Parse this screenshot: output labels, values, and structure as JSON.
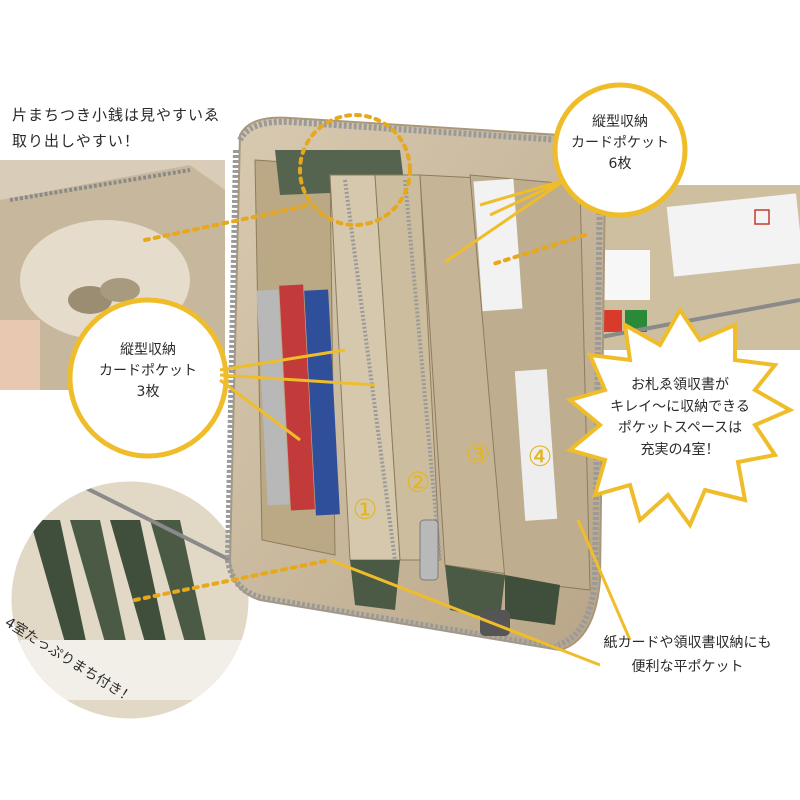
{
  "annotations": {
    "coin_pocket": "片まちつき小銭は見やすいゑ\n取り出しやすい！",
    "card_right": "縦型収納\nカードポケット\n6枚",
    "card_left": "縦型収納\nカードポケット\n3枚",
    "bill_space": "お札ゑ領収書が\nキレイ～に収納できる\nポケットスペースは\n充実の4室！",
    "flat_pocket": "紙カードや領収書収納にも\n便利な平ポケット",
    "gusset": "4室たっぷりまち付き！"
  },
  "compartments": [
    "①",
    "②",
    "③",
    "④"
  ],
  "colors": {
    "wallet_beige": "#c8b79c",
    "lining_olive": "#4a5a45",
    "accent_yellow": "#f0bd2a",
    "dotted_line": "#e8a81c"
  }
}
